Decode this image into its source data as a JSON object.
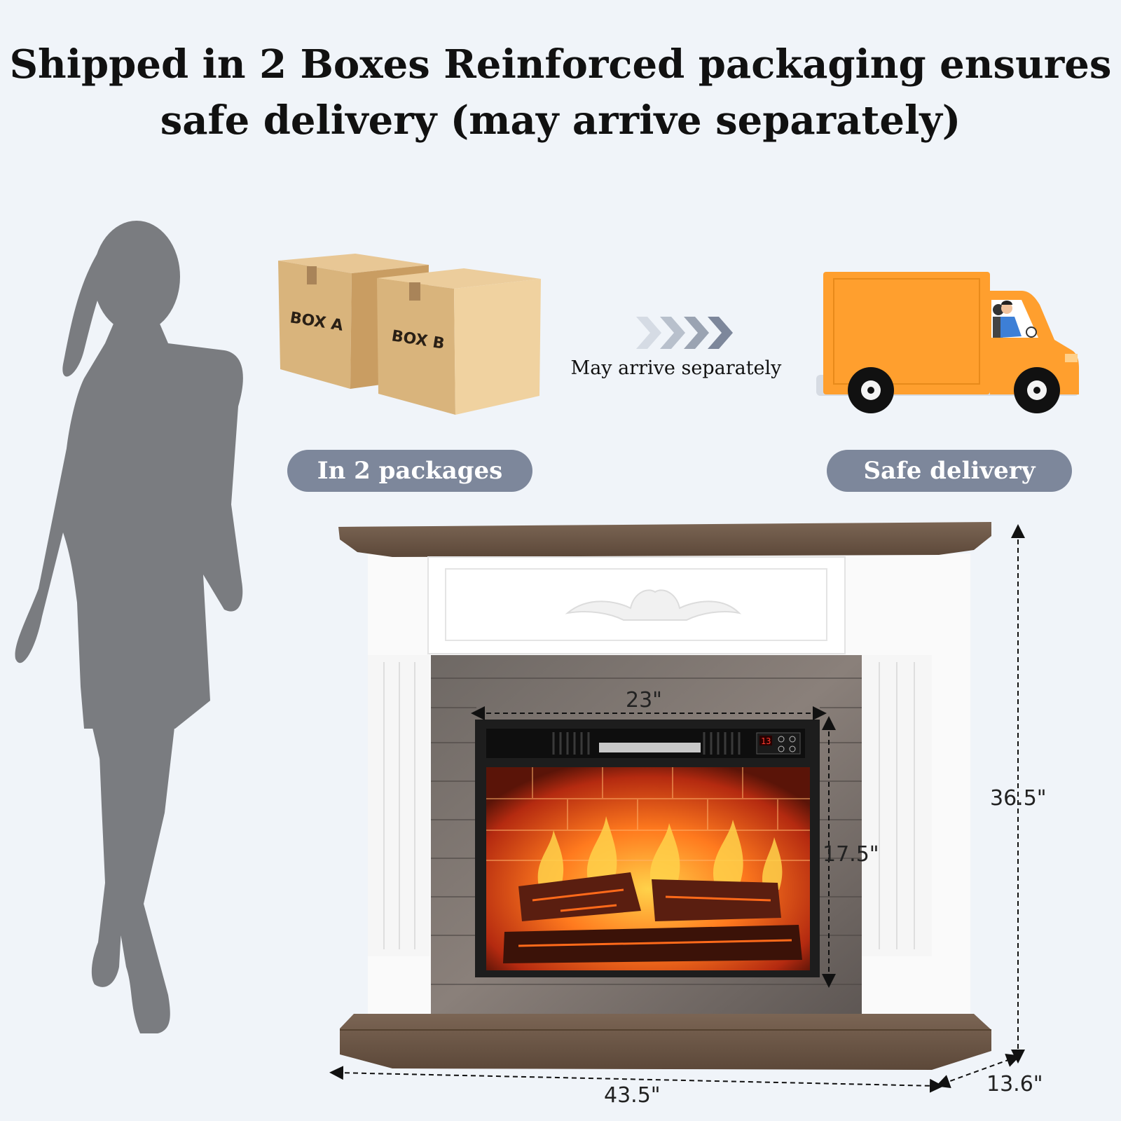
{
  "headline": {
    "line1": "Shipped in 2 Boxes Reinforced packaging ensures",
    "line2": "safe delivery (may arrive separately)"
  },
  "boxes": {
    "box_a_label": "BOX A",
    "box_b_label": "BOX B"
  },
  "arrow_caption": "May arrive separately",
  "pills": {
    "packages": "In 2 packages",
    "delivery": "Safe delivery"
  },
  "display_digits": "13",
  "dimensions": {
    "insert_width": "23\"",
    "insert_height": "17.5\"",
    "total_height": "36.5\"",
    "total_width": "43.5\"",
    "depth": "13.6\""
  },
  "colors": {
    "background": "#f0f4f9",
    "pill": "#7d879b",
    "truck": "#ff9f2e",
    "box": "#d9b47c",
    "silhouette": "#7a7c80",
    "mantel_wood": "#6b5646",
    "flame": "#ff5a1a"
  },
  "icons": [
    "woman-silhouette-icon",
    "cardboard-box-icon",
    "chevron-arrows-icon",
    "delivery-truck-icon"
  ]
}
